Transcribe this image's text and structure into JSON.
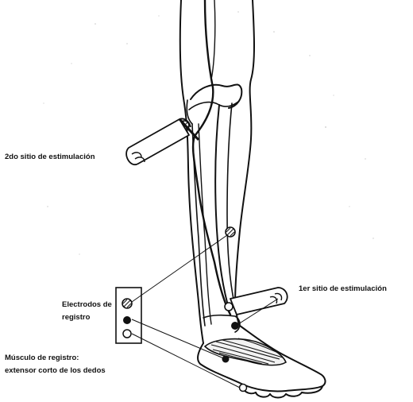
{
  "labels": {
    "stim2": "2do sitio de estimulación",
    "stim1": "1er sitio de estimulación",
    "electrodes_line1": "Electrodos de",
    "electrodes_line2": "registro",
    "muscle_line1": "Músculo de registro:",
    "muscle_line2": "extensor corto de los dedos"
  }
}
